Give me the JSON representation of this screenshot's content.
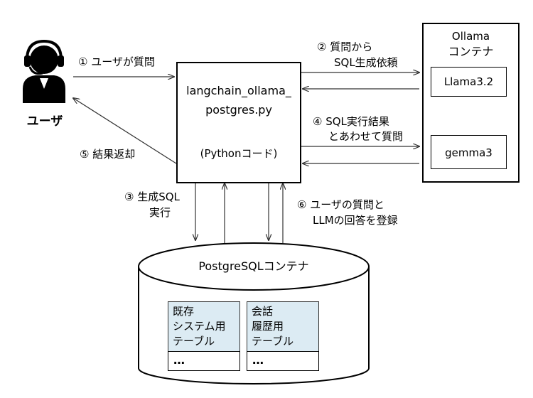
{
  "user": {
    "label": "ユーザ",
    "icon": "headset-user-icon"
  },
  "app": {
    "name_line1": "langchain_ollama_",
    "name_line2": "postgres.py",
    "note": "(Pythonコード)"
  },
  "ollama": {
    "title_line1": "Ollama",
    "title_line2": "コンテナ",
    "models": [
      "Llama3.2",
      "gemma3"
    ]
  },
  "db": {
    "title": "PostgreSQLコンテナ",
    "tables": [
      {
        "line1": "既存",
        "line2": "システム用",
        "line3": "テーブル",
        "more": "…"
      },
      {
        "line1": "会話",
        "line2": "履歴用",
        "line3": "テーブル",
        "more": "…"
      }
    ]
  },
  "steps": {
    "s1": "① ユーザが質問",
    "s2_line1": "② 質問から",
    "s2_line2": "SQL生成依頼",
    "s3_line1": "③ 生成SQL",
    "s3_line2": "実行",
    "s4_line1": "④ SQL実行結果",
    "s4_line2": "とあわせて質問",
    "s5": "⑤ 結果返却",
    "s6_line1": "⑥ ユーザの質問と",
    "s6_line2": "LLMの回答を登録"
  }
}
